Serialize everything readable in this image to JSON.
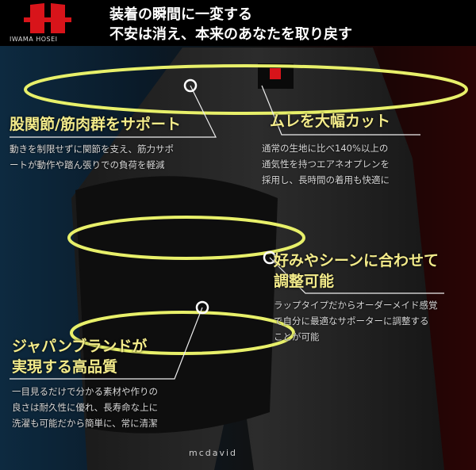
{
  "header": {
    "brand": "IWAMA HOSEI",
    "headline_1": "装着の瞬間に一変する",
    "headline_2": "不安は消え、本来のあなたを取り戻す"
  },
  "features": [
    {
      "title": "股関節/筋肉群をサポート",
      "body": [
        "動きを制限せずに関節を支え、筋力サポ",
        "ートが動作や踏ん張りでの負荷を軽減"
      ]
    },
    {
      "title": "ムレを大幅カット",
      "body": [
        "通常の生地に比べ140%以上の",
        "通気性を持つエアネオプレンを",
        "採用し、長時間の着用も快適に"
      ]
    },
    {
      "title": [
        "好みやシーンに合わせて",
        "調整可能"
      ],
      "body": [
        "ラップタイプだからオーダーメイド感覚",
        "で自分に最適なサポーターに調整する",
        "ことが可能"
      ]
    },
    {
      "title": [
        "ジャパンブランドが",
        "実現する高品質"
      ],
      "body": [
        "一目見るだけで分かる素材や作りの",
        "良さは耐久性に優れ、長寿命な上に",
        "洗濯も可能だから簡単に、常に清潔"
      ]
    }
  ],
  "garment_brand": "mcdavid",
  "colors": {
    "accent": "#f3eb8a",
    "ring": "#e8f06a",
    "logo_red": "#d8141a"
  }
}
